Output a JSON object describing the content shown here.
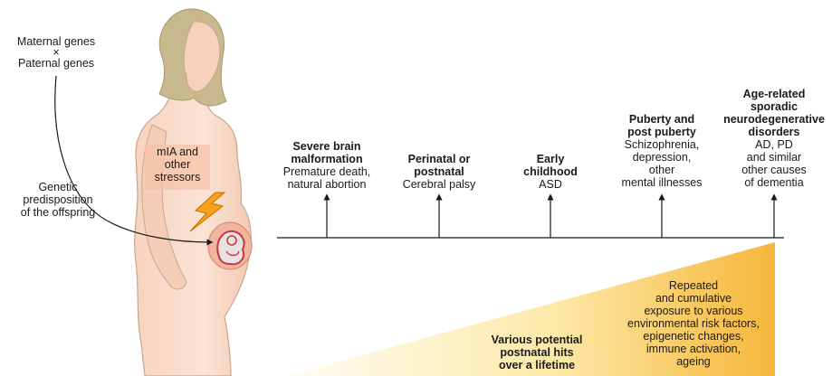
{
  "left_labels": {
    "genes": [
      "Maternal genes",
      "×",
      "Paternal genes"
    ],
    "genetic": [
      "Genetic",
      "predisposition",
      "of the offspring"
    ],
    "stressors": [
      "mIA and",
      "other",
      "stressors"
    ]
  },
  "stages": [
    {
      "bold": [
        "Severe brain",
        "malformation"
      ],
      "normal": [
        "Premature death,",
        "natural abortion"
      ]
    },
    {
      "bold": [
        "Perinatal or",
        "postnatal"
      ],
      "normal": [
        "Cerebral palsy"
      ]
    },
    {
      "bold": [
        "Early",
        "childhood"
      ],
      "normal": [
        "ASD"
      ]
    },
    {
      "bold": [
        "Puberty and",
        "post puberty"
      ],
      "normal": [
        "Schizophrenia,",
        "depression,",
        "other",
        "mental illnesses"
      ]
    },
    {
      "bold": [
        "Age-related",
        "sporadic",
        "neurodegenerative",
        "disorders"
      ],
      "normal": [
        "AD, PD",
        "and similar",
        "other causes",
        "of dementia"
      ]
    }
  ],
  "wedge_labels": {
    "postnatal_hits": [
      "Various potential",
      "postnatal hits",
      "over a lifetime"
    ],
    "exposure": [
      "Repeated",
      "and cumulative",
      "exposure to various",
      "environmental risk factors,",
      "epigenetic changes,",
      "immune activation,",
      "ageing"
    ]
  },
  "colors": {
    "skin": "#f9dccb",
    "skin_outline": "#c9a590",
    "hair": "#c8b88e",
    "wedge_light": "#fff6d6",
    "wedge_dark": "#f6b93c",
    "bolt": "#f7a21b",
    "embryo": "#c0394b"
  }
}
